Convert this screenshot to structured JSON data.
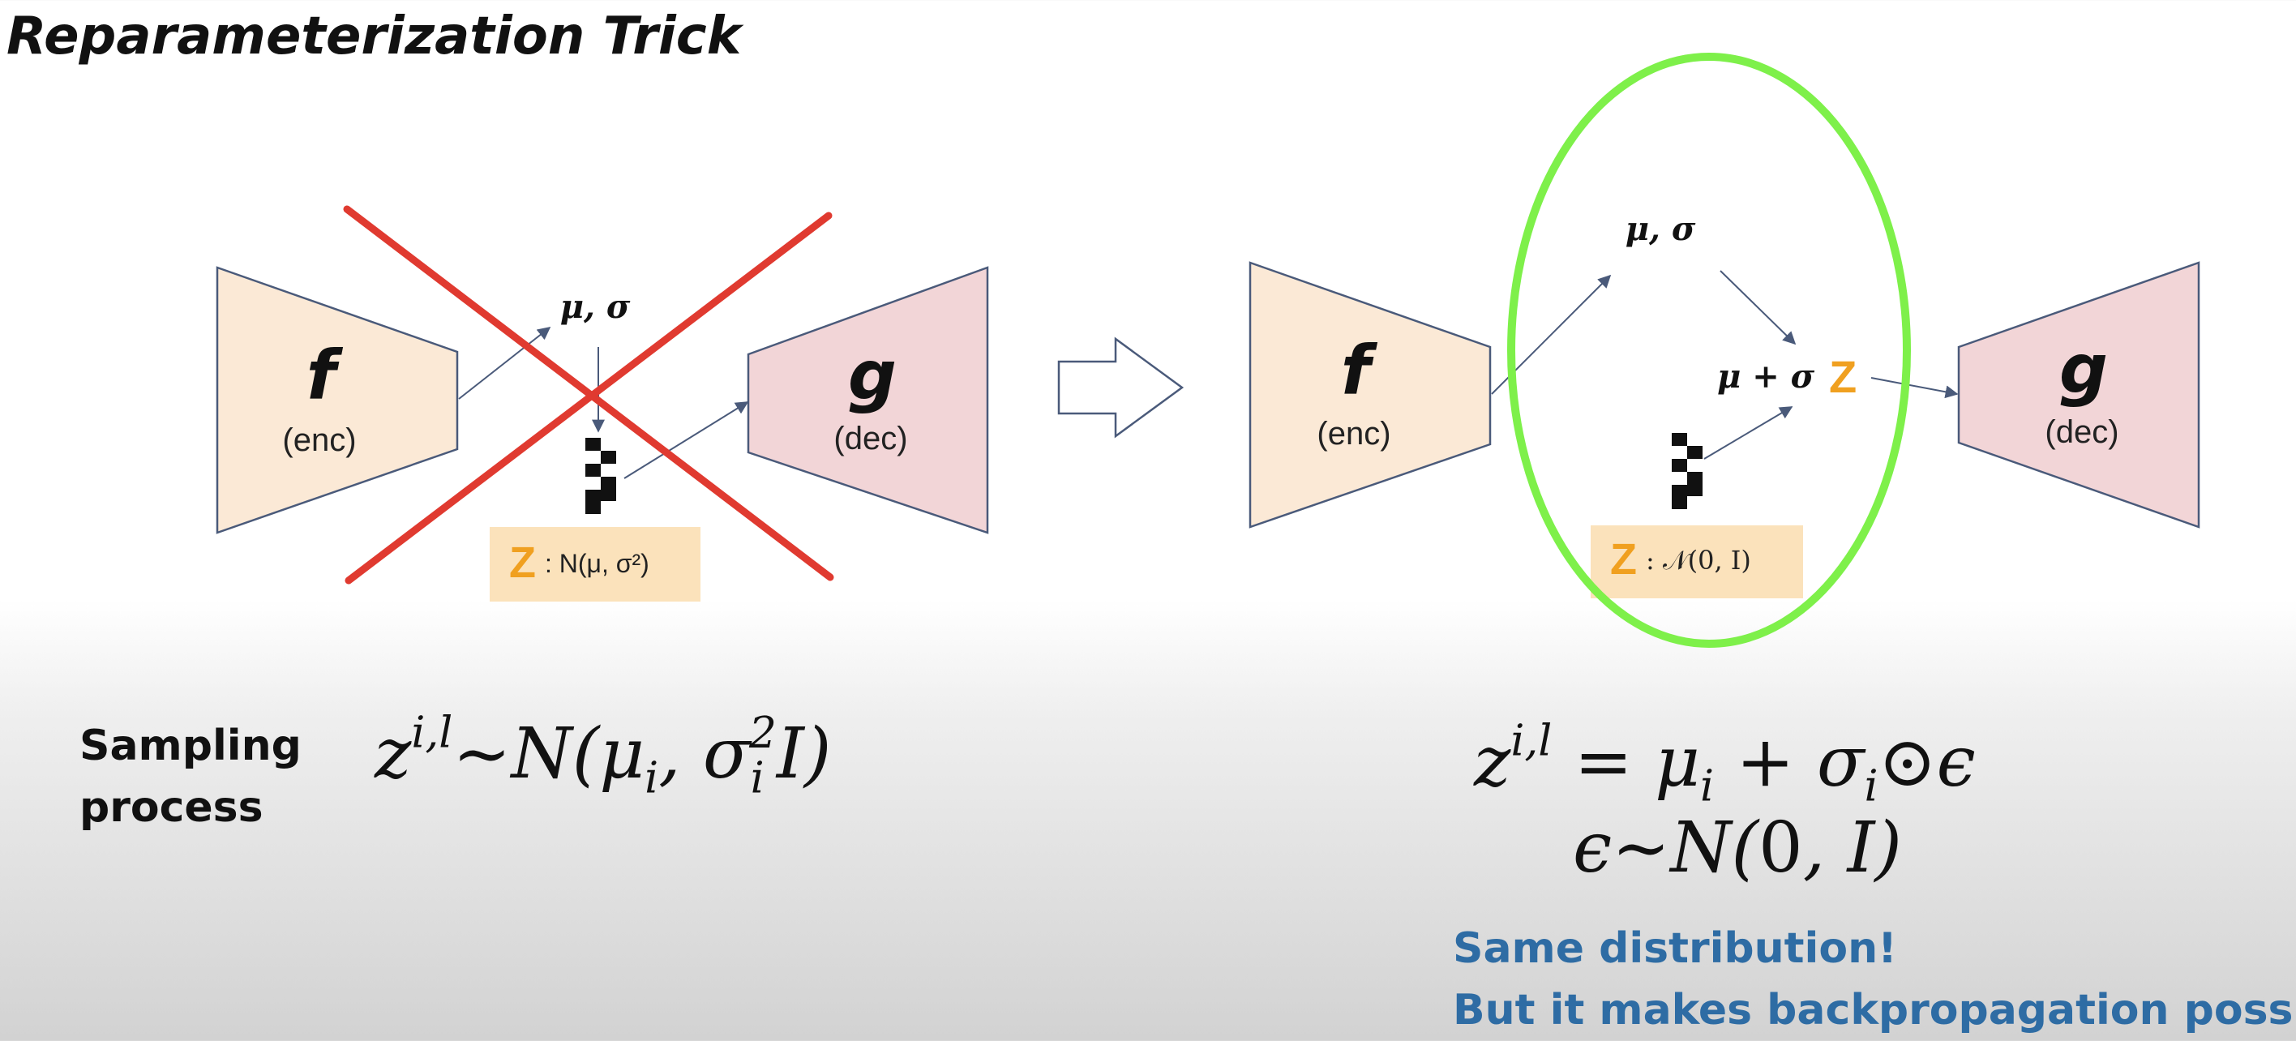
{
  "title": "Reparameterization Trick",
  "left_diagram": {
    "encoder": {
      "letter": "f",
      "label": "(enc)"
    },
    "decoder": {
      "letter": "g",
      "label": "(dec)"
    },
    "params": "μ, σ",
    "z_box": {
      "z": "Z",
      "text": ": N(μ, σ²)"
    }
  },
  "right_diagram": {
    "encoder": {
      "letter": "f",
      "label": "(enc)"
    },
    "decoder": {
      "letter": "g",
      "label": "(dec)"
    },
    "params": "μ, σ",
    "combination": {
      "expr": "μ + σ",
      "z": "Z"
    },
    "z_box": {
      "z": "Z",
      "text": ": 𝒩(0, I)"
    }
  },
  "bottom": {
    "sampling_label_line1": "Sampling",
    "sampling_label_line2": "process",
    "note_line1": "Same distribution!",
    "note_line2": "But it makes backpropagation possible!"
  },
  "colors": {
    "encoder_fill": "#fbe9d6",
    "decoder_fill": "#f2d5d7",
    "shape_stroke": "#4a5a7a",
    "red_cross": "#e03a30",
    "green_ellipse": "#7ef04a",
    "z_orange": "#f0a020",
    "z_box_fill": "#fbe2bb",
    "blue_arrow": "#6d9ccd",
    "note_blue": "#2e6ca4"
  }
}
